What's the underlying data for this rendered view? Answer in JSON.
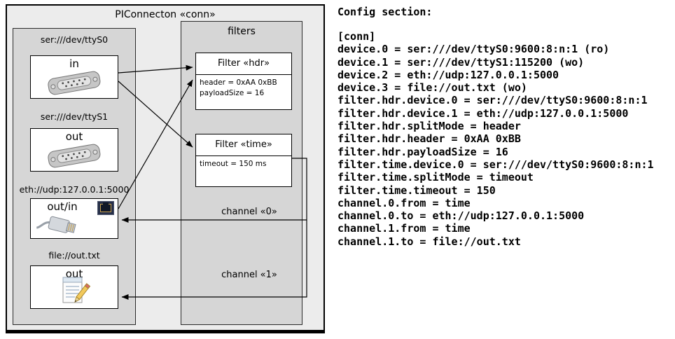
{
  "diagram": {
    "title": "PIConnecton «conn»",
    "filters_panel_title": "filters",
    "devices": [
      {
        "address": "ser:///dev/ttyS0",
        "port": "in",
        "icon": "serial-port-icon"
      },
      {
        "address": "ser:///dev/ttyS1",
        "port": "out",
        "icon": "serial-port-icon"
      },
      {
        "address": "eth://udp:127.0.0.1:5000",
        "port": "out/in",
        "icon": "ethernet-icon"
      },
      {
        "address": "file://out.txt",
        "port": "out",
        "icon": "document-icon"
      }
    ],
    "filters": [
      {
        "title": "Filter «hdr»",
        "properties": [
          "header = 0xAA 0xBB",
          "payloadSize = 16"
        ]
      },
      {
        "title": "Filter «time»",
        "properties": [
          "timeout = 150 ms"
        ]
      }
    ],
    "channels": [
      {
        "label": "channel «0»"
      },
      {
        "label": "channel «1»"
      }
    ],
    "colors": {
      "outer_bg": "#ececec",
      "panel_bg": "#d6d6d6",
      "box_bg": "#ffffff",
      "line": "#000000"
    }
  },
  "config": {
    "heading": "Config section:",
    "lines": [
      "[conn]",
      "device.0 = ser:///dev/ttyS0:9600:8:n:1 (ro)",
      "device.1 = ser:///dev/ttyS1:115200 (wo)",
      "device.2 = eth://udp:127.0.0.1:5000",
      "device.3 = file://out.txt (wo)",
      "filter.hdr.device.0 = ser:///dev/ttyS0:9600:8:n:1",
      "filter.hdr.device.1 = eth://udp:127.0.0.1:5000",
      "filter.hdr.splitMode = header",
      "filter.hdr.header = 0xAA 0xBB",
      "filter.hdr.payloadSize = 16",
      "filter.time.device.0 = ser:///dev/ttyS0:9600:8:n:1",
      "filter.time.splitMode = timeout",
      "filter.time.timeout = 150",
      "channel.0.from = time",
      "channel.0.to = eth://udp:127.0.0.1:5000",
      "channel.1.from = time",
      "channel.1.to = file://out.txt"
    ]
  }
}
